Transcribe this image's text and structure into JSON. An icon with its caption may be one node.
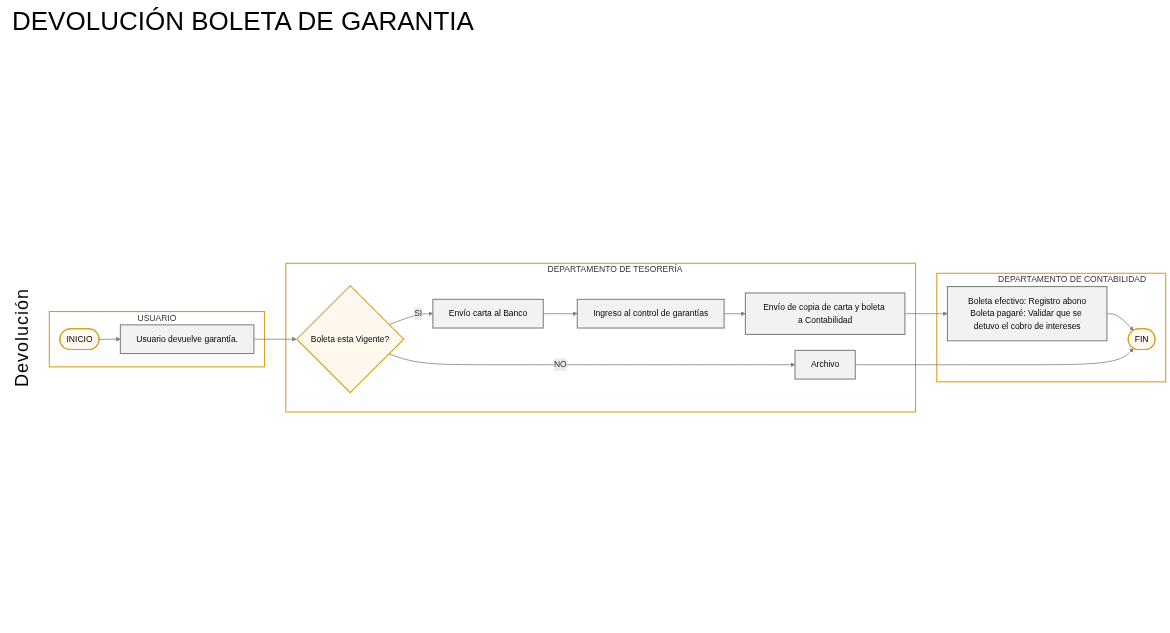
{
  "diagram": {
    "title": "DEVOLUCIÓN BOLETA DE GARANTIA",
    "nodes": [
      {
        "text": [
          "USUARIO"
        ]
      },
      {
        "text": [
          "INICIO"
        ],
        "in": 0
      },
      {
        "text": [
          "Usuario devuelve garantía."
        ],
        "in": 0
      },
      {
        "text": [
          "DEPARTAMENTO DE TESORERÍA"
        ]
      },
      {
        "text": [
          "Boleta esta Vigente?"
        ],
        "in": 3
      },
      {
        "text": [
          "Envío carta al Banco"
        ],
        "in": 3
      },
      {
        "text": [
          "Archivo"
        ],
        "in": 3
      },
      {
        "text": [
          "Ingreso al control de garantías"
        ],
        "in": 3
      },
      {
        "text": [
          "Envío de copia de carta y boleta a Contabilidad"
        ],
        "in": 3
      },
      {
        "text": [
          "DEPARTAMENTO DE CONTABILIDAD"
        ]
      },
      {
        "text": [
          "Boleta efectivo: Registro abono",
          "Boleta pagaré: Validar que se detuvo el cobro de intereses"
        ],
        "in": 9
      },
      {
        "text": [
          "FIN"
        ],
        "in": 9
      }
    ],
    "edges": [
      {
        "from": 1,
        "to": 2,
        "arrow": "to"
      },
      {
        "from": 2,
        "to": 4,
        "arrow": "to"
      },
      {
        "from": 4,
        "to": 5,
        "label": "SI",
        "arrow": "to"
      },
      {
        "from": 4,
        "to": 6,
        "label": "NO",
        "arrow": "to"
      },
      {
        "from": 5,
        "to": 7,
        "arrow": "to"
      },
      {
        "from": 7,
        "to": 8,
        "arrow": "to"
      },
      {
        "from": 8,
        "to": 10,
        "arrow": "to"
      },
      {
        "from": 10,
        "to": 11,
        "arrow": "to"
      },
      {
        "from": 6,
        "to": 11,
        "arrow": "to"
      }
    ],
    "labels": [
      "Devolución"
    ]
  }
}
